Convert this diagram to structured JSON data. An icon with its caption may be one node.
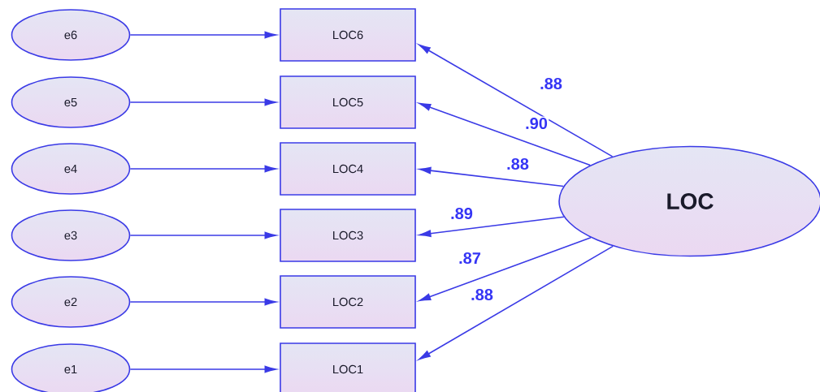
{
  "diagram": {
    "nodes": [
      {
        "text": [
          "e6"
        ]
      },
      {
        "text": [
          "e5"
        ]
      },
      {
        "text": [
          "e4"
        ]
      },
      {
        "text": [
          "e3"
        ]
      },
      {
        "text": [
          "e2"
        ]
      },
      {
        "text": [
          "e1"
        ]
      },
      {
        "text": [
          "LOC6"
        ]
      },
      {
        "text": [
          "LOC5"
        ]
      },
      {
        "text": [
          "LOC4"
        ]
      },
      {
        "text": [
          "LOC3"
        ]
      },
      {
        "text": [
          "LOC2"
        ]
      },
      {
        "text": [
          "LOC1"
        ]
      },
      {
        "text": [
          "LOC"
        ]
      }
    ],
    "edges": [
      {
        "from": 0,
        "to": 6,
        "arrow": "to"
      },
      {
        "from": 1,
        "to": 7,
        "arrow": "to"
      },
      {
        "from": 2,
        "to": 8,
        "arrow": "to"
      },
      {
        "from": 3,
        "to": 9,
        "arrow": "to"
      },
      {
        "from": 4,
        "to": 10,
        "arrow": "to"
      },
      {
        "from": 5,
        "to": 11,
        "arrow": "to"
      },
      {
        "from": 12,
        "to": 6,
        "arrow": "to",
        "label": ".88"
      },
      {
        "from": 12,
        "to": 7,
        "arrow": "to",
        "label": ".90"
      },
      {
        "from": 12,
        "to": 8,
        "arrow": "to",
        "label": ".88"
      },
      {
        "from": 12,
        "to": 9,
        "arrow": "to",
        "label": ".89"
      },
      {
        "from": 12,
        "to": 10,
        "arrow": "to",
        "label": ".87"
      },
      {
        "from": 12,
        "to": 11,
        "arrow": "to",
        "label": ".88"
      }
    ]
  }
}
